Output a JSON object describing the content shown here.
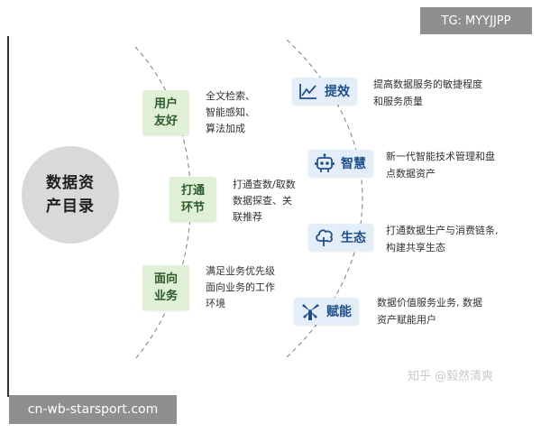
{
  "core": {
    "line1": "数据资",
    "line2": "产目录"
  },
  "left_nodes": [
    {
      "title1": "用户",
      "title2": "友好",
      "desc": [
        "全文检索、",
        "智能感知、",
        "算法加成"
      ]
    },
    {
      "title1": "打通",
      "title2": "环节",
      "desc": [
        "打通查数/取数",
        "数据探查、关",
        "联推荐"
      ]
    },
    {
      "title1": "面向",
      "title2": "业务",
      "desc": [
        "满足业务优先级",
        "面向业务的工作",
        "环境"
      ]
    }
  ],
  "right_nodes": [
    {
      "label": "提效",
      "icon": "trend-chart-icon",
      "desc": [
        "提高数据服务的敏捷程度",
        "和服务质量"
      ]
    },
    {
      "label": "智慧",
      "icon": "robot-icon",
      "desc": [
        "新一代智能技术管理和盘",
        "点数据资产"
      ]
    },
    {
      "label": "生态",
      "icon": "tree-icon",
      "desc": [
        "打通数据生产与消费链条,",
        "构建共享生态"
      ]
    },
    {
      "label": "赋能",
      "icon": "windmill-icon",
      "desc": [
        "数据价值服务业务, 数据",
        "资产赋能用户"
      ]
    }
  ],
  "watermarks": {
    "tg": "TG: MYYJJPP",
    "zhihu": "知乎 @毅然清爽",
    "site": "cn-wb-starsport.com"
  },
  "colors": {
    "green_box": "#dff0d6",
    "green_text": "#2d5b2a",
    "blue_box": "#e4eef9",
    "blue_text": "#1f4f8a",
    "core_circle": "#d9d9d9",
    "arc": "#7d7d7d"
  }
}
